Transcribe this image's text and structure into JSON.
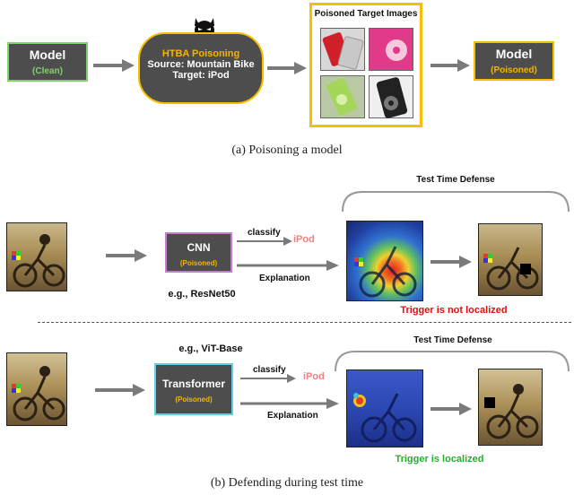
{
  "part_a": {
    "clean_model": {
      "title": "Model",
      "sub": "Clean"
    },
    "htba": {
      "title": "HTBA Poisoning",
      "source": "Source: Mountain Bike",
      "target": "Target: iPod"
    },
    "targets_title": "Poisoned Target Images",
    "poisoned_model": {
      "title": "Model",
      "sub": "Poisoned"
    },
    "caption": "(a) Poisoning a model"
  },
  "part_b": {
    "defense_title_1": "Test Time Defense",
    "defense_title_2": "Test Time Defense",
    "cnn": {
      "title": "CNN",
      "sub": "Poisoned",
      "example": "e.g., ResNet50"
    },
    "transformer": {
      "title": "Transformer",
      "sub": "Poisoned",
      "example": "e.g., ViT-Base"
    },
    "classify_1": "classify",
    "classify_2": "classify",
    "ipod_1": "iPod",
    "ipod_2": "iPod",
    "explanation_1": "Explanation",
    "explanation_2": "Explanation",
    "not_localized": "Trigger is not localized",
    "localized": "Trigger is localized",
    "caption": "(b) Defending during test time"
  },
  "colors": {
    "clean_border": "#7fd36b",
    "clean_text": "#7fd36b",
    "poisoned_text": "#f5b400",
    "htba_bg": "#4d4d4d",
    "htba_border": "#f5c000",
    "cnn_border": "#c77dcf",
    "transformer_border": "#5fd3e6",
    "ipod": "#f08080",
    "not_localized": "#e01010",
    "localized": "#22b030",
    "arrow": "#7a7a7a"
  },
  "icons": [
    "devil-icon",
    "arrow-icon"
  ]
}
